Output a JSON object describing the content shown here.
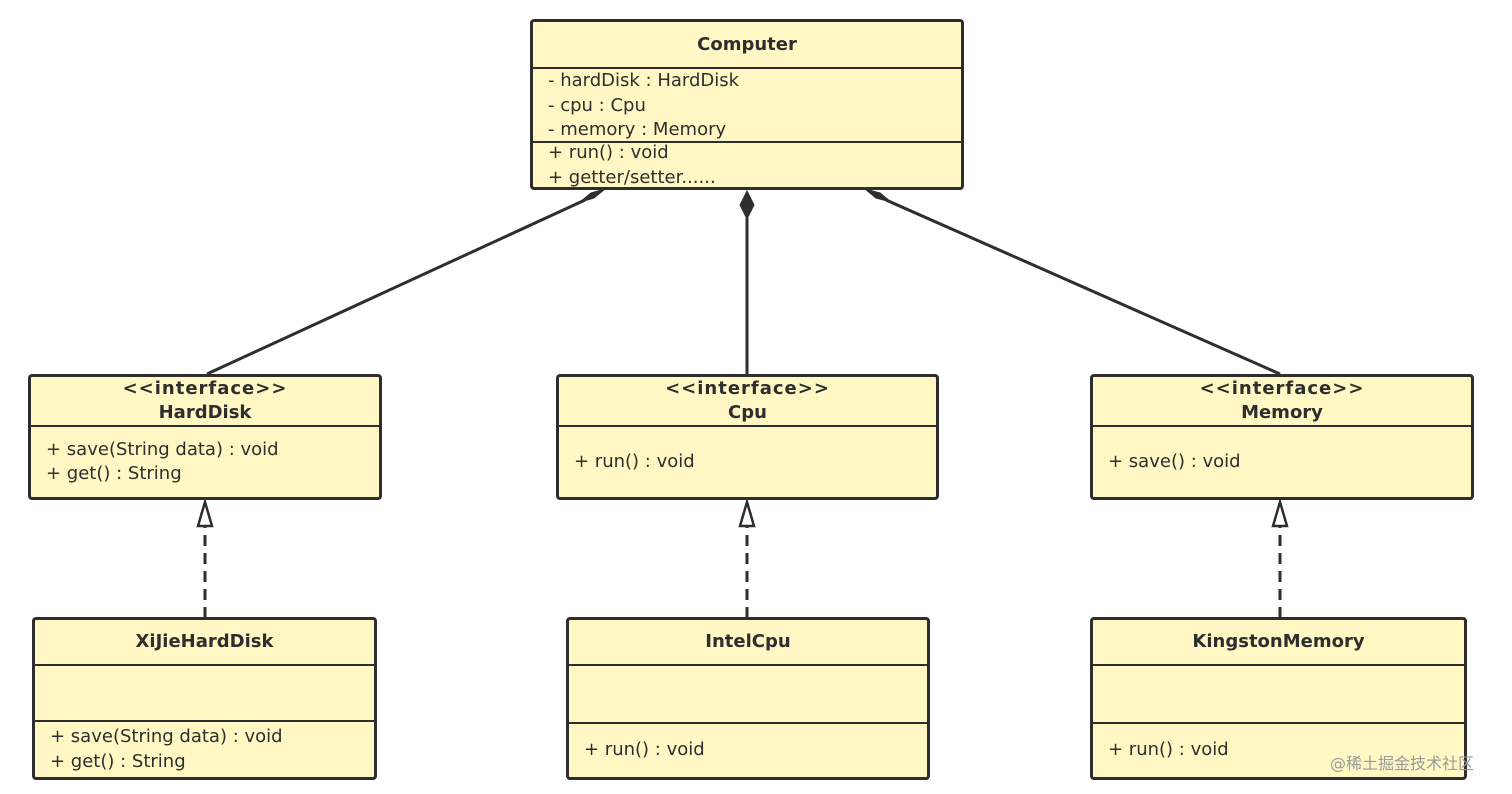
{
  "classes": {
    "computer": {
      "name": "Computer",
      "attributes": [
        "- hardDisk : HardDisk",
        "- cpu : Cpu",
        "- memory : Memory"
      ],
      "operations": [
        "+ run() : void",
        "+ getter/setter......"
      ]
    },
    "harddisk": {
      "stereotype": "<<interface>>",
      "name": "HardDisk",
      "operations": [
        "+ save(String data) : void",
        "+ get() : String"
      ]
    },
    "cpu": {
      "stereotype": "<<interface>>",
      "name": "Cpu",
      "operations": [
        "+ run() : void"
      ]
    },
    "memory": {
      "stereotype": "<<interface>>",
      "name": "Memory",
      "operations": [
        "+ save() : void"
      ]
    },
    "xijie": {
      "name": "XiJieHardDisk",
      "attributes": [],
      "operations": [
        "+ save(String data) : void",
        "+ get() : String"
      ]
    },
    "intel": {
      "name": "IntelCpu",
      "attributes": [],
      "operations": [
        "+ run() : void"
      ]
    },
    "kingston": {
      "name": "KingstonMemory",
      "attributes": [],
      "operations": [
        "+ run() : void"
      ]
    }
  },
  "relationships": [
    {
      "type": "composition",
      "whole": "Computer",
      "part": "HardDisk"
    },
    {
      "type": "composition",
      "whole": "Computer",
      "part": "Cpu"
    },
    {
      "type": "composition",
      "whole": "Computer",
      "part": "Memory"
    },
    {
      "type": "realization",
      "from": "XiJieHardDisk",
      "to": "HardDisk"
    },
    {
      "type": "realization",
      "from": "IntelCpu",
      "to": "Cpu"
    },
    {
      "type": "realization",
      "from": "KingstonMemory",
      "to": "Memory"
    }
  ],
  "colors": {
    "fill": "#fff8c4",
    "stroke": "#2e2e2e"
  },
  "watermark": "@稀土掘金技术社区"
}
